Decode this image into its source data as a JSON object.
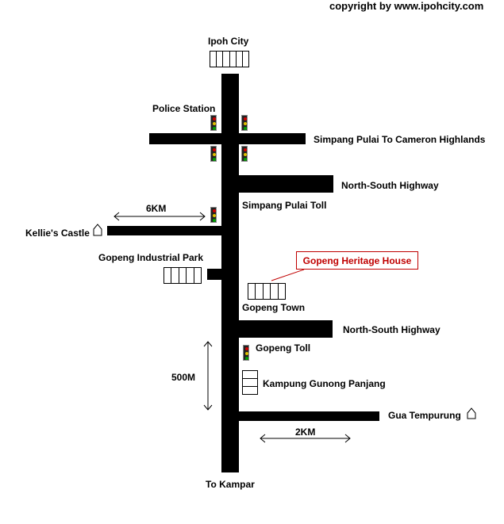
{
  "copyright": "copyright by www.ipohcity.com",
  "labels": {
    "ipoh_city": "Ipoh City",
    "police_station": "Police Station",
    "simpang_pulai_cameron": "Simpang Pulai To Cameron Highlands",
    "north_south_highway_1": "North-South Highway",
    "simpang_pulai_toll": "Simpang Pulai Toll",
    "distance_6km": "6KM",
    "kellies_castle": "Kellie's Castle",
    "gopeng_industrial_park": "Gopeng Industrial Park",
    "gopeng_heritage_house": "Gopeng Heritage House",
    "gopeng_town": "Gopeng Town",
    "north_south_highway_2": "North-South Highway",
    "gopeng_toll": "Gopeng Toll",
    "distance_500m": "500M",
    "kampung_gunong_panjang": "Kampung Gunong Panjang",
    "gua_tempurung": "Gua Tempurung",
    "distance_2km": "2KM",
    "to_kampar": "To Kampar"
  },
  "colors": {
    "road": "#000000",
    "callout": "#c00000",
    "signal_red": "#d00000",
    "signal_yellow": "#e0c000",
    "signal_green": "#00a000"
  },
  "icons": [
    "traffic-light-icon",
    "house-icon",
    "building-icon"
  ]
}
